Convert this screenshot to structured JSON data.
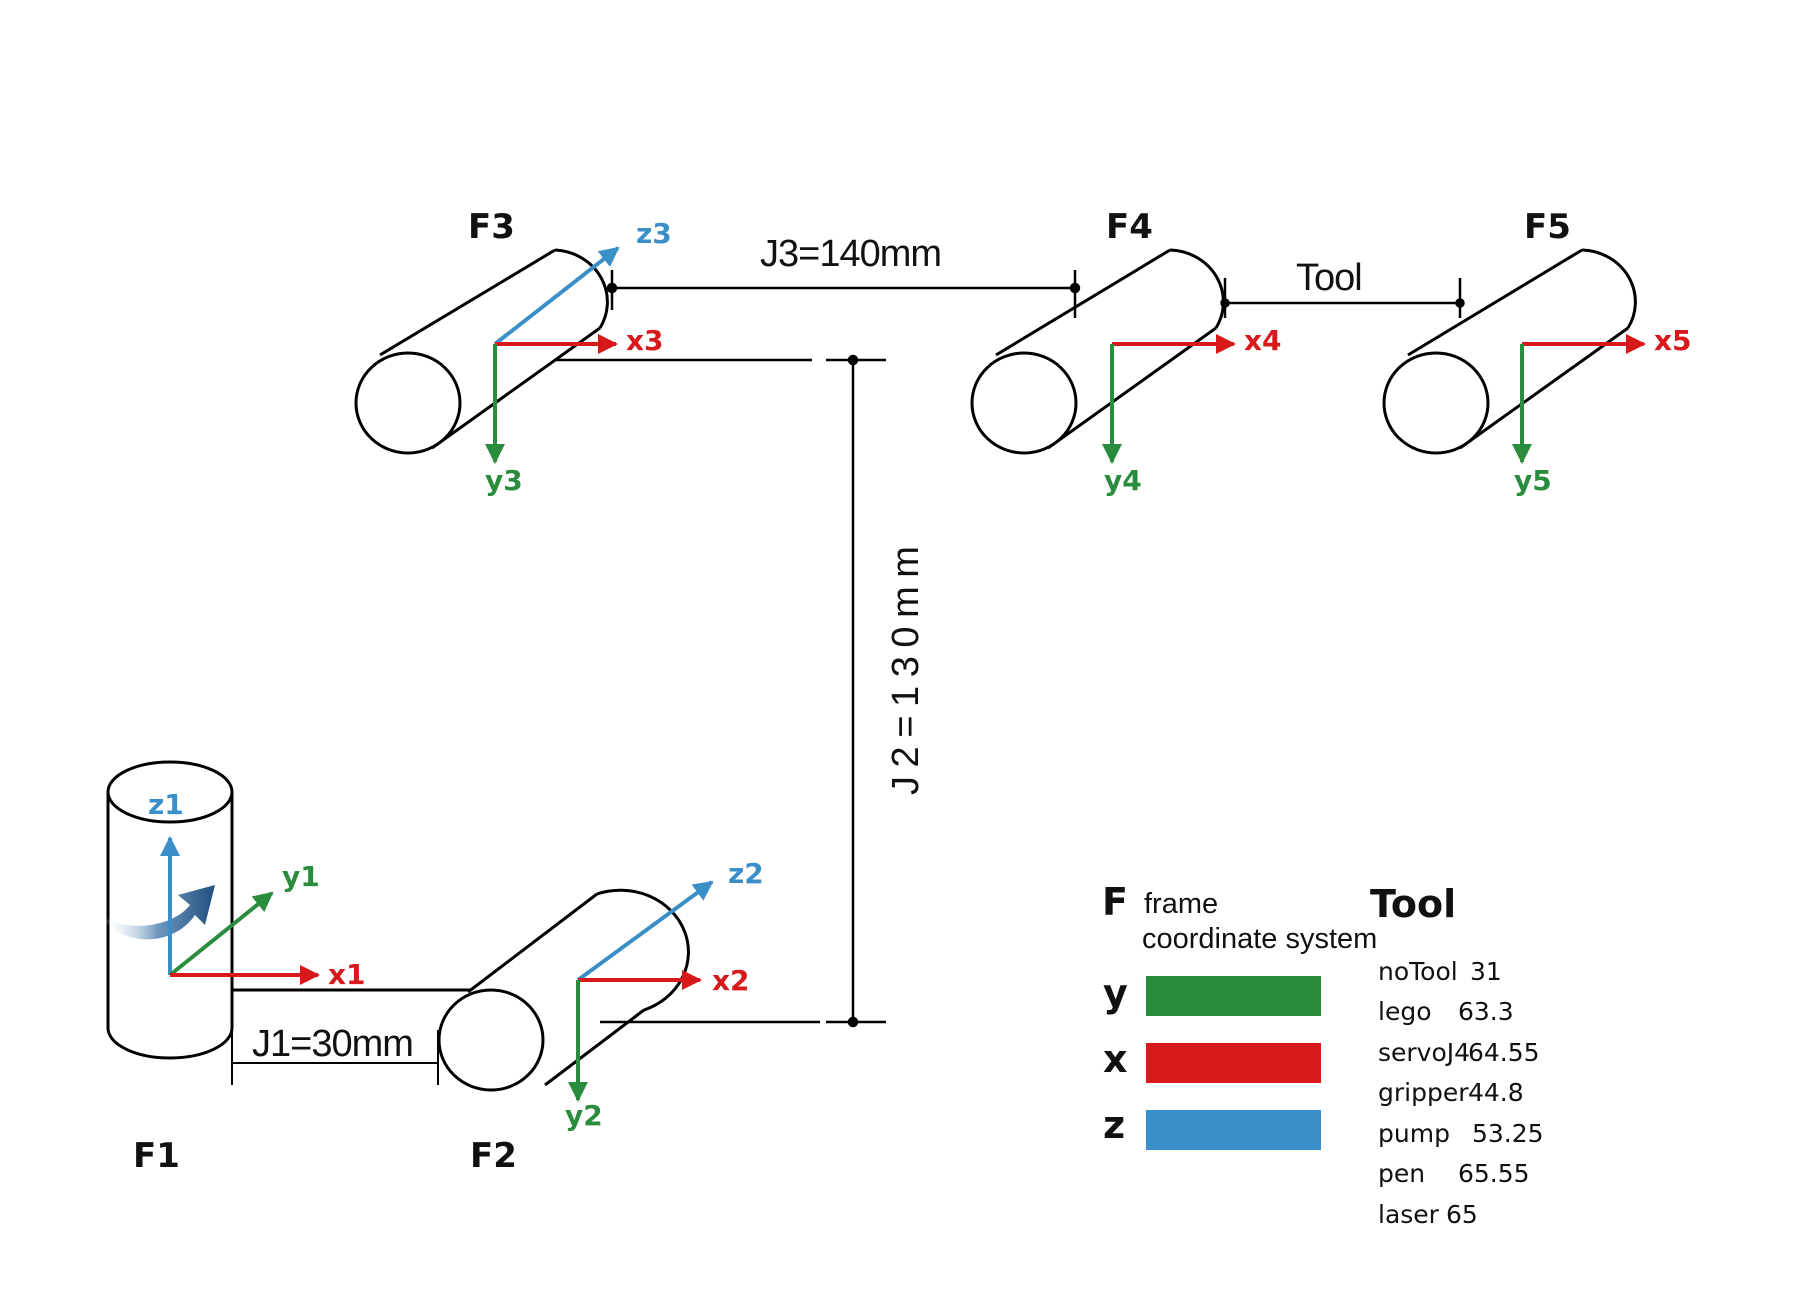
{
  "frames": {
    "f1": "F1",
    "f2": "F2",
    "f3": "F3",
    "f4": "F4",
    "f5": "F5"
  },
  "axes": {
    "x1": "x1",
    "y1": "y1",
    "z1": "z1",
    "x2": "x2",
    "y2": "y2",
    "z2": "z2",
    "x3": "x3",
    "y3": "y3",
    "z3": "z3",
    "x4": "x4",
    "y4": "y4",
    "x5": "x5",
    "y5": "y5"
  },
  "dimensions": {
    "j1": "J1=30mm",
    "j2": "J 2 = 1 3 0 m m",
    "j3": "J3=140mm",
    "tool": "Tool"
  },
  "legend": {
    "f_letter": "F",
    "frame_text": "frame",
    "coord_text": "coordinate system",
    "tool_title": "Tool",
    "axes": [
      {
        "letter": "y",
        "letter_color": "#d7191c",
        "swatch_color": "#2a8c3d"
      },
      {
        "letter": "x",
        "letter_color": "#2a8c3d",
        "swatch_color": "#d7191c"
      },
      {
        "letter": "z",
        "letter_color": "#3a8fc8",
        "swatch_color": "#3a8fc8"
      }
    ],
    "tools": [
      {
        "name": "noTool",
        "value": "31"
      },
      {
        "name": "lego",
        "value": "63.3"
      },
      {
        "name": "servoJ4",
        "value": "64.55"
      },
      {
        "name": "gripper",
        "value": "44.8"
      },
      {
        "name": "pump",
        "value": "53.25"
      },
      {
        "name": "pen",
        "value": "65.55"
      },
      {
        "name": "laser",
        "value": "65"
      }
    ]
  },
  "colors": {
    "x_axis": "#d7191c",
    "y_axis": "#2a8c3d",
    "z_axis": "#3a8fc8",
    "rotation_arrow": "#2f5f8f"
  }
}
